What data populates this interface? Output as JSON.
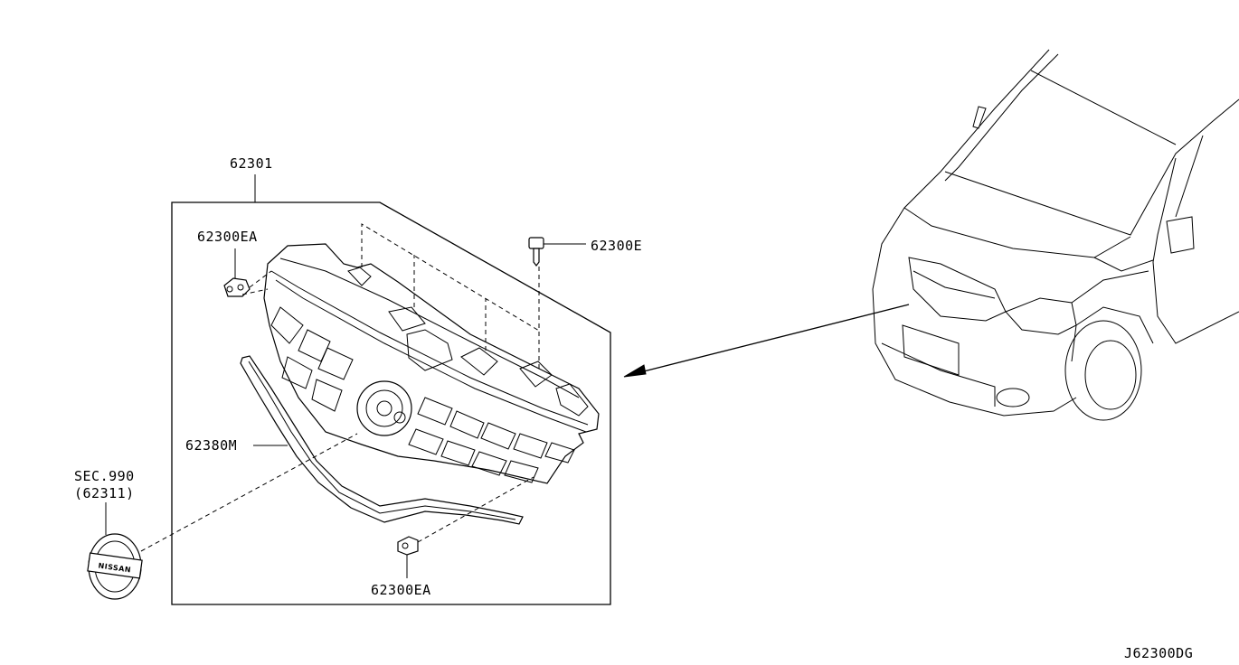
{
  "diagram": {
    "drawing_id": "J62300DG",
    "labels": {
      "main_part": "62301",
      "clip_upper": "62300EA",
      "screw": "62300E",
      "molding": "62380M",
      "emblem_ref_line1": "SEC.990",
      "emblem_ref_line2": "(62311)",
      "clip_lower": "62300EA"
    },
    "emblem_text": "NISSAN"
  }
}
